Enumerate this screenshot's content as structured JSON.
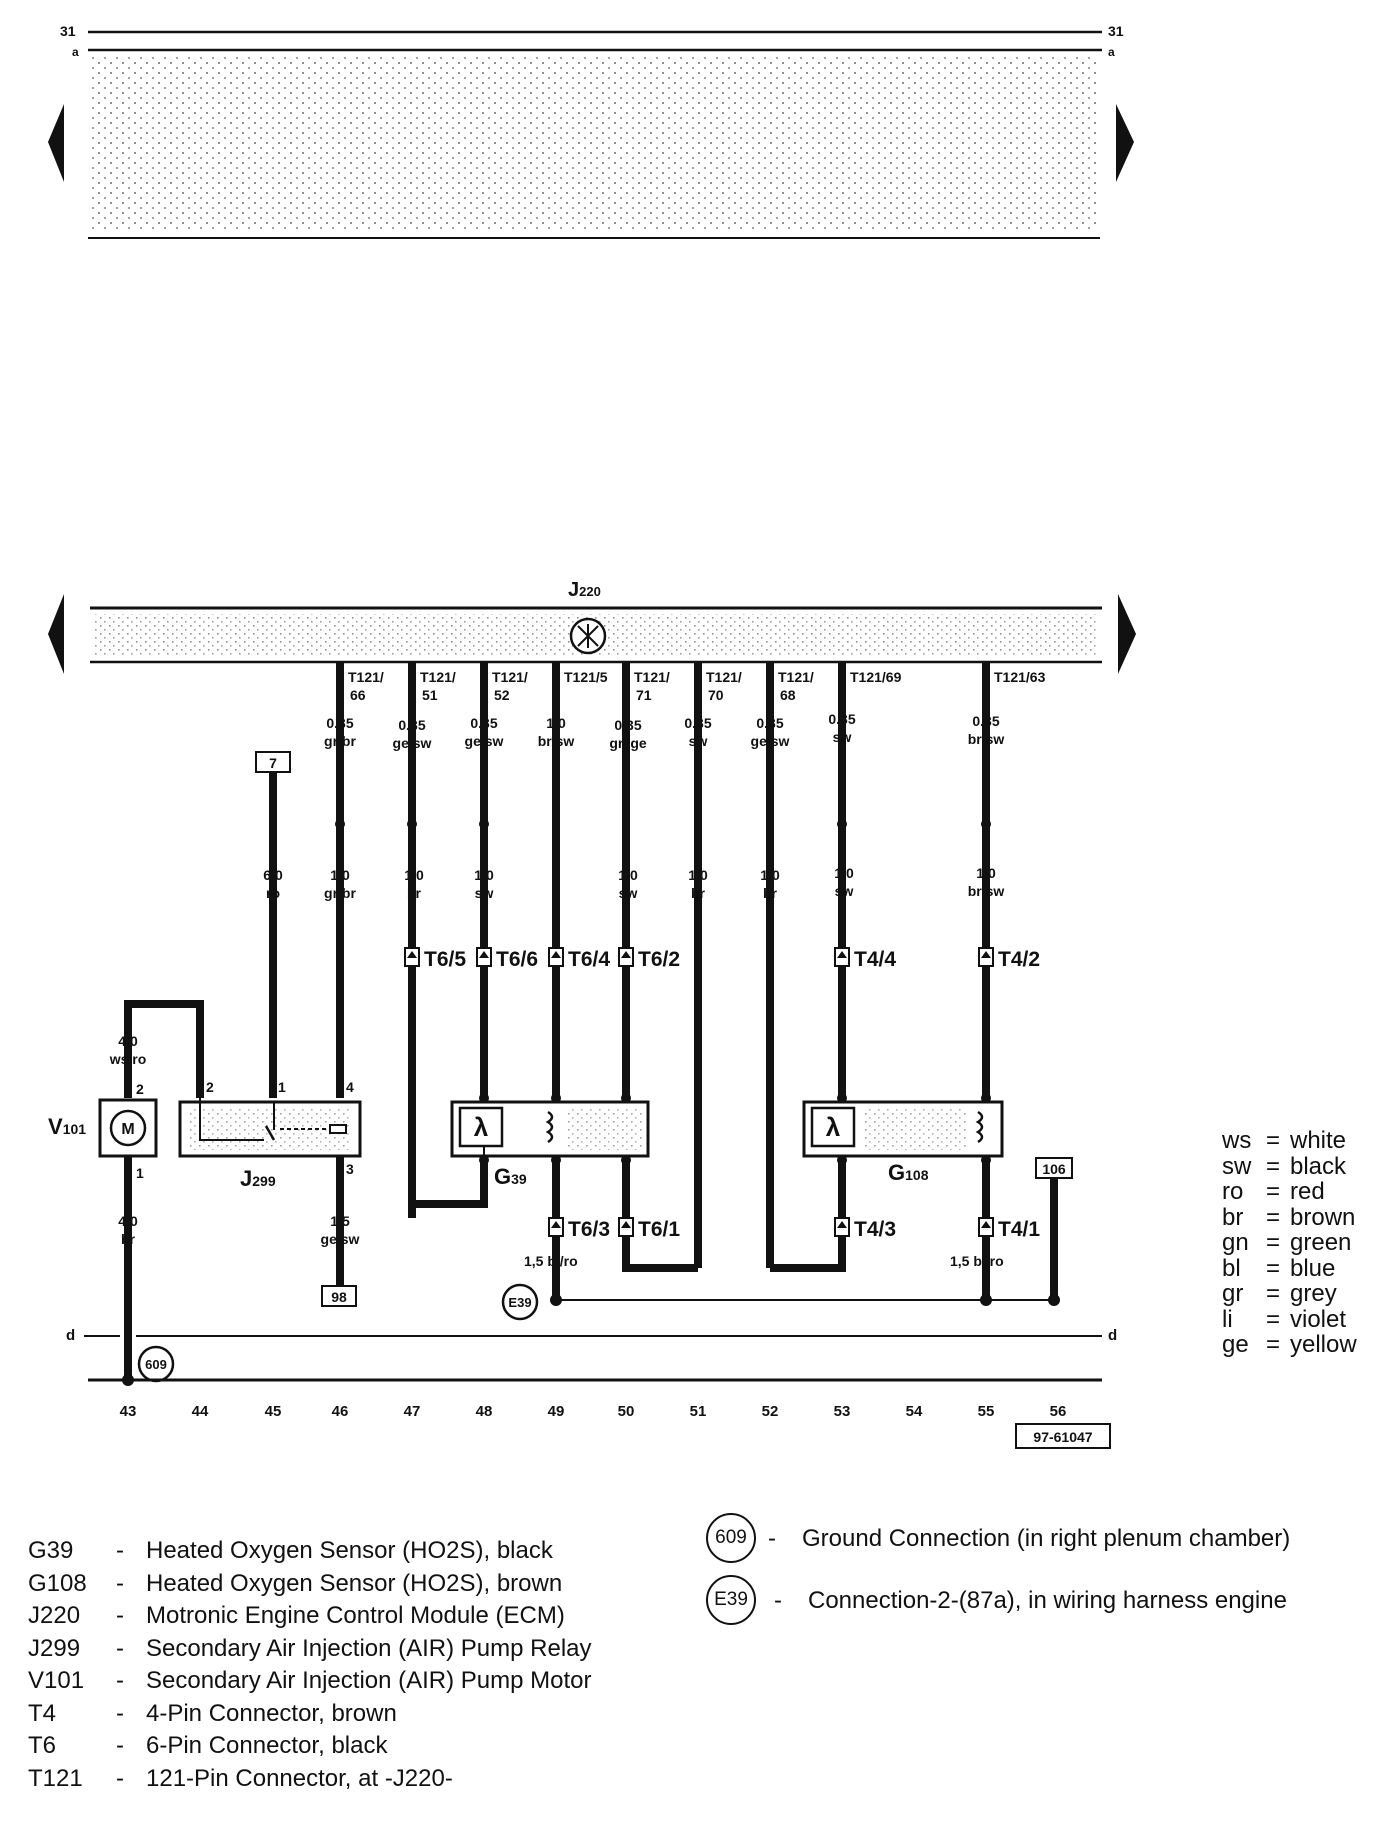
{
  "diagram": {
    "top_bus": {
      "label_left": "31",
      "label_right": "31",
      "sub_left": "a",
      "sub_right": "a"
    },
    "ecm": {
      "label": "J",
      "sub": "220"
    },
    "ground_line": {
      "label_left": "d",
      "label_right": "d"
    },
    "wires": [
      {
        "pin": "T121/",
        "pin2": "66",
        "gauge1": "0.35",
        "color1": "gr/br",
        "gauge2": "1.0",
        "color2": "gr/br"
      },
      {
        "pin": "T121/",
        "pin2": "51",
        "gauge1": "0.35",
        "color1": "ge/sw",
        "gauge2": "1.0",
        "color2": "br"
      },
      {
        "pin": "T121/",
        "pin2": "52",
        "gauge1": "0.35",
        "color1": "ge/sw",
        "gauge2": "1.0",
        "color2": "sw"
      },
      {
        "pin": "T121/5",
        "pin2": "",
        "gauge1": "1,0",
        "color1": "br/sw",
        "gauge2": "",
        "color2": ""
      },
      {
        "pin": "T121/",
        "pin2": "71",
        "gauge1": "0.35",
        "color1": "gn/ge",
        "gauge2": "1.0",
        "color2": "sw"
      },
      {
        "pin": "T121/",
        "pin2": "70",
        "gauge1": "0.35",
        "color1": "sw",
        "gauge2": "1.0",
        "color2": "br"
      },
      {
        "pin": "T121/",
        "pin2": "68",
        "gauge1": "0.35",
        "color1": "ge/sw",
        "gauge2": "1.0",
        "color2": "br"
      },
      {
        "pin": "T121/69",
        "pin2": "",
        "gauge1": "0.35",
        "color1": "sw",
        "gauge2": "1.0",
        "color2": "sw"
      },
      {
        "pin": "T121/63",
        "pin2": "",
        "gauge1": "0.35",
        "color1": "br/sw",
        "gauge2": "1.0",
        "color2": "br/sw"
      }
    ],
    "misc_wires": {
      "relay_feed": {
        "ref": "7",
        "gauge": "6,0",
        "color": "ro"
      },
      "motor_top": {
        "gauge": "4,0",
        "color": "ws/ro"
      },
      "motor_bottom": {
        "gauge": "4,0",
        "color": "br"
      },
      "relay_out": {
        "gauge": "1,5",
        "color": "ge/sw",
        "ref": "98"
      },
      "g39_heater": {
        "label": "1,5 bl/ro"
      },
      "g108_heater": {
        "label": "1,5 bl/ro"
      },
      "ref_106": "106"
    },
    "connectors": {
      "t6_5": "T6/5",
      "t6_6": "T6/6",
      "t6_4": "T6/4",
      "t6_2": "T6/2",
      "t4_4": "T4/4",
      "t4_2": "T4/2",
      "t6_3": "T6/3",
      "t6_1": "T6/1",
      "t4_3": "T4/3",
      "t4_1": "T4/1"
    },
    "components": {
      "v101": {
        "label": "V",
        "sub": "101",
        "pin_top": "2",
        "pin_bottom": "1",
        "motor": "M"
      },
      "j299": {
        "label": "J",
        "sub": "299",
        "pin2": "2",
        "pin1": "1",
        "pin4": "4",
        "pin3": "3"
      },
      "g39": {
        "label": "G",
        "sub": "39"
      },
      "g108": {
        "label": "G",
        "sub": "108"
      }
    },
    "grounds": {
      "g609": "609",
      "e39": "E39"
    },
    "columns": [
      "43",
      "44",
      "45",
      "46",
      "47",
      "48",
      "49",
      "50",
      "51",
      "52",
      "53",
      "54",
      "55",
      "56"
    ],
    "drawing_number": "97-61047"
  },
  "color_legend": [
    {
      "code": "ws",
      "eq": "=",
      "name": "white"
    },
    {
      "code": "sw",
      "eq": "=",
      "name": "black"
    },
    {
      "code": "ro",
      "eq": "=",
      "name": "red"
    },
    {
      "code": "br",
      "eq": "=",
      "name": "brown"
    },
    {
      "code": "gn",
      "eq": "=",
      "name": "green"
    },
    {
      "code": "bl",
      "eq": "=",
      "name": "blue"
    },
    {
      "code": "gr",
      "eq": "=",
      "name": "grey"
    },
    {
      "code": "li",
      "eq": "=",
      "name": "violet"
    },
    {
      "code": "ge",
      "eq": "=",
      "name": "yellow"
    }
  ],
  "legend": [
    {
      "code": "G39",
      "dash": "-",
      "desc": "Heated Oxygen Sensor (HO2S), black"
    },
    {
      "code": "G108",
      "dash": "-",
      "desc": "Heated Oxygen Sensor (HO2S), brown"
    },
    {
      "code": "J220",
      "dash": "-",
      "desc": "Motronic Engine Control Module (ECM)"
    },
    {
      "code": "J299",
      "dash": "-",
      "desc": "Secondary Air Injection (AIR) Pump Relay"
    },
    {
      "code": "V101",
      "dash": "-",
      "desc": "Secondary Air Injection (AIR) Pump Motor"
    },
    {
      "code": "T4",
      "dash": "-",
      "desc": "4-Pin Connector, brown"
    },
    {
      "code": "T6",
      "dash": "-",
      "desc": "6-Pin Connector, black"
    },
    {
      "code": "T121",
      "dash": "-",
      "desc": "121-Pin Connector, at -J220-"
    }
  ],
  "ground_legend": [
    {
      "symbol": "609",
      "dash": "-",
      "desc": "Ground Connection (in right plenum chamber)"
    },
    {
      "symbol": "E39",
      "dash": "-",
      "desc": "Connection-2-(87a), in wiring harness engine"
    }
  ]
}
